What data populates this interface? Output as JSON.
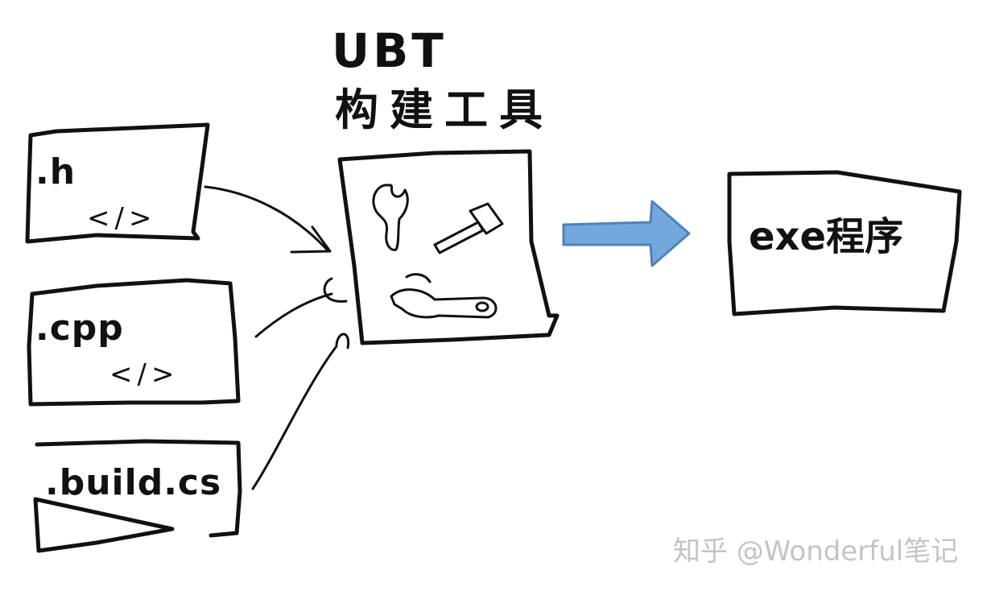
{
  "source_files": [
    {
      "ext": ".h",
      "code": "</>"
    },
    {
      "ext": ".cpp",
      "code": "</>"
    },
    {
      "ext": ".build.cs",
      "code": ""
    }
  ],
  "build_tool": {
    "title": "UBT",
    "subtitle": "构建工具",
    "icons": [
      "wrench-icon",
      "hammer-icon",
      "adjustable-wrench-icon"
    ]
  },
  "output": {
    "label": "exe程序"
  },
  "watermark": "知乎 @Wonderful笔记",
  "colors": {
    "stroke": "#111111",
    "arrow_fill": "#74a8dd",
    "watermark": "#c4c4c4"
  }
}
